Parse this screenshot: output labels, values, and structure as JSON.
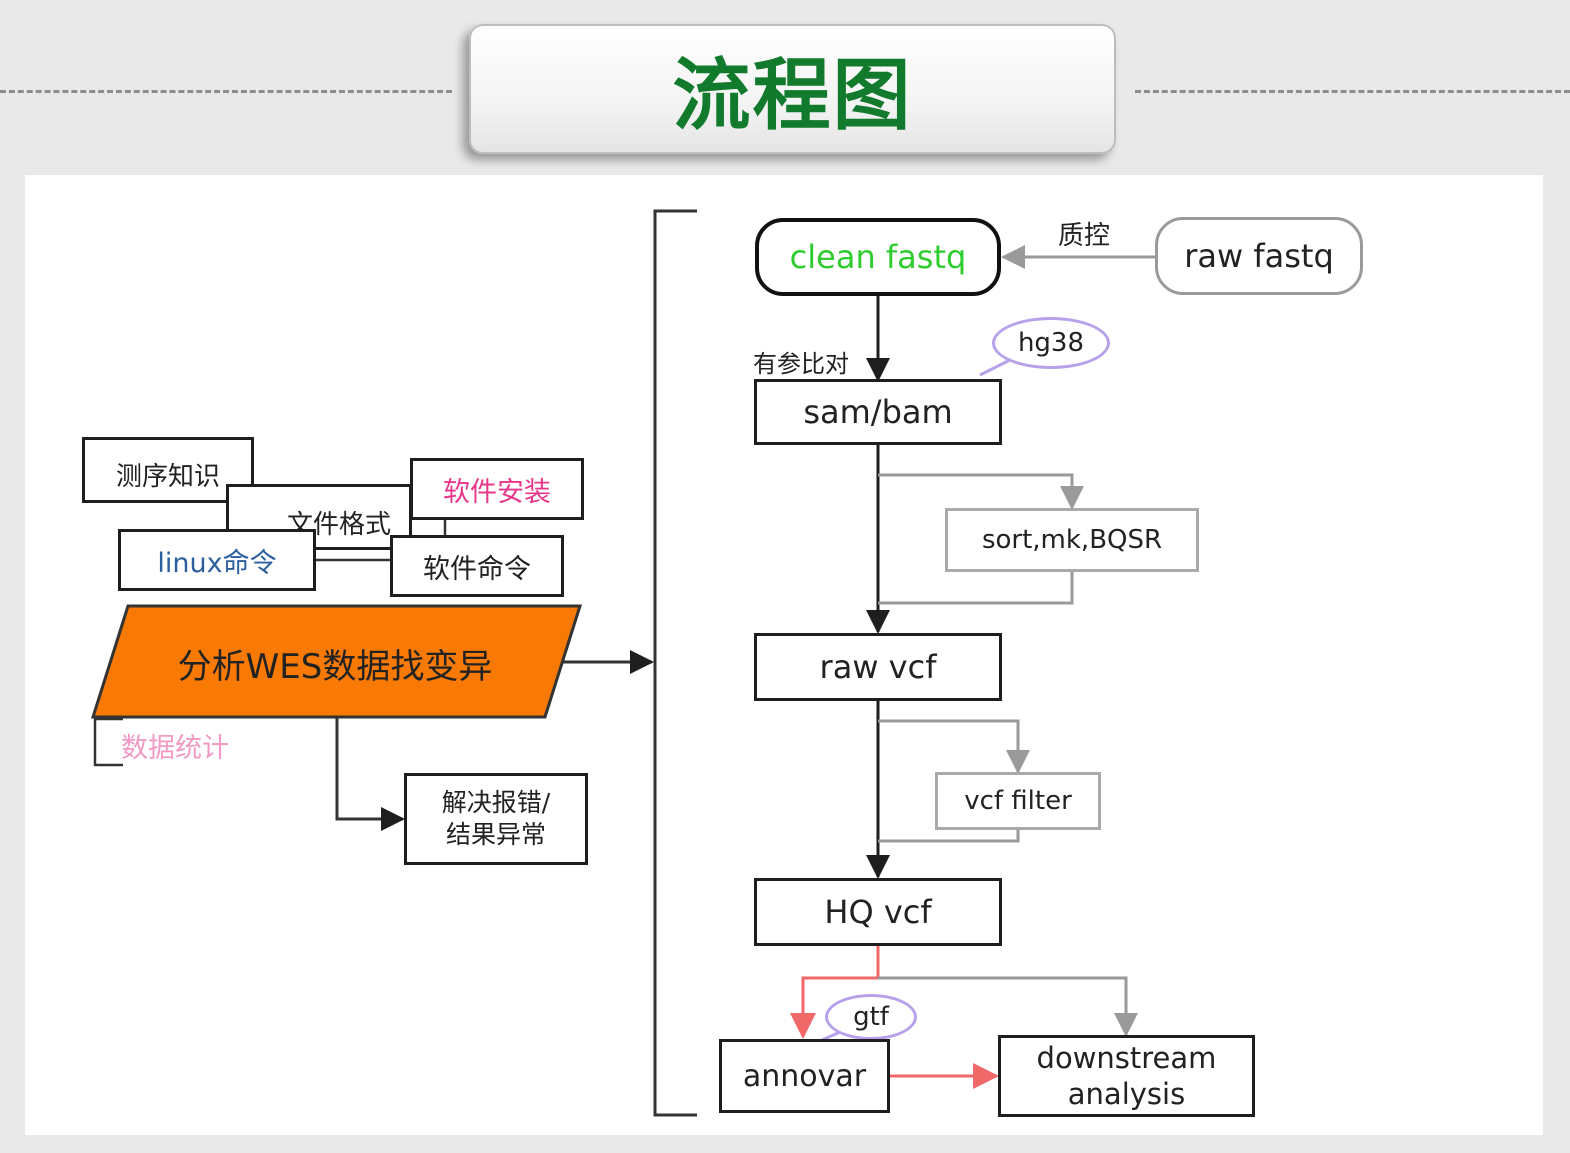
{
  "page_title": "流程图",
  "diagram": {
    "clean_fastq": "clean fastq",
    "raw_fastq": "raw fastq",
    "qc_label": "质控",
    "align_label": "有参比对",
    "hg38": "hg38",
    "sam_bam": "sam/bam",
    "sort_mk_bqsr": "sort,mk,BQSR",
    "raw_vcf": "raw vcf",
    "vcf_filter": "vcf filter",
    "hq_vcf": "HQ vcf",
    "gtf": "gtf",
    "annovar": "annovar",
    "downstream_line1": "downstream",
    "downstream_line2": "analysis",
    "seq_knowledge": "测序知识",
    "file_format": "文件格式",
    "software_install": "软件安装",
    "linux_cmd": "linux命令",
    "software_cmd": "软件命令",
    "main_task": "分析WES数据找变异",
    "data_stats": "数据统计",
    "error_line1": "解决报错/",
    "error_line2": "结果异常"
  },
  "colors": {
    "title_green": "#127a2c",
    "clean_fastq_green": "#2ecc2e",
    "main_orange": "#f87a05",
    "software_install_pink": "#e8378a",
    "linux_blue": "#2d5f9e",
    "data_stats_pink": "#f29ac4",
    "bubble_purple": "#b7a1ea",
    "arrow_red": "#f06868"
  }
}
